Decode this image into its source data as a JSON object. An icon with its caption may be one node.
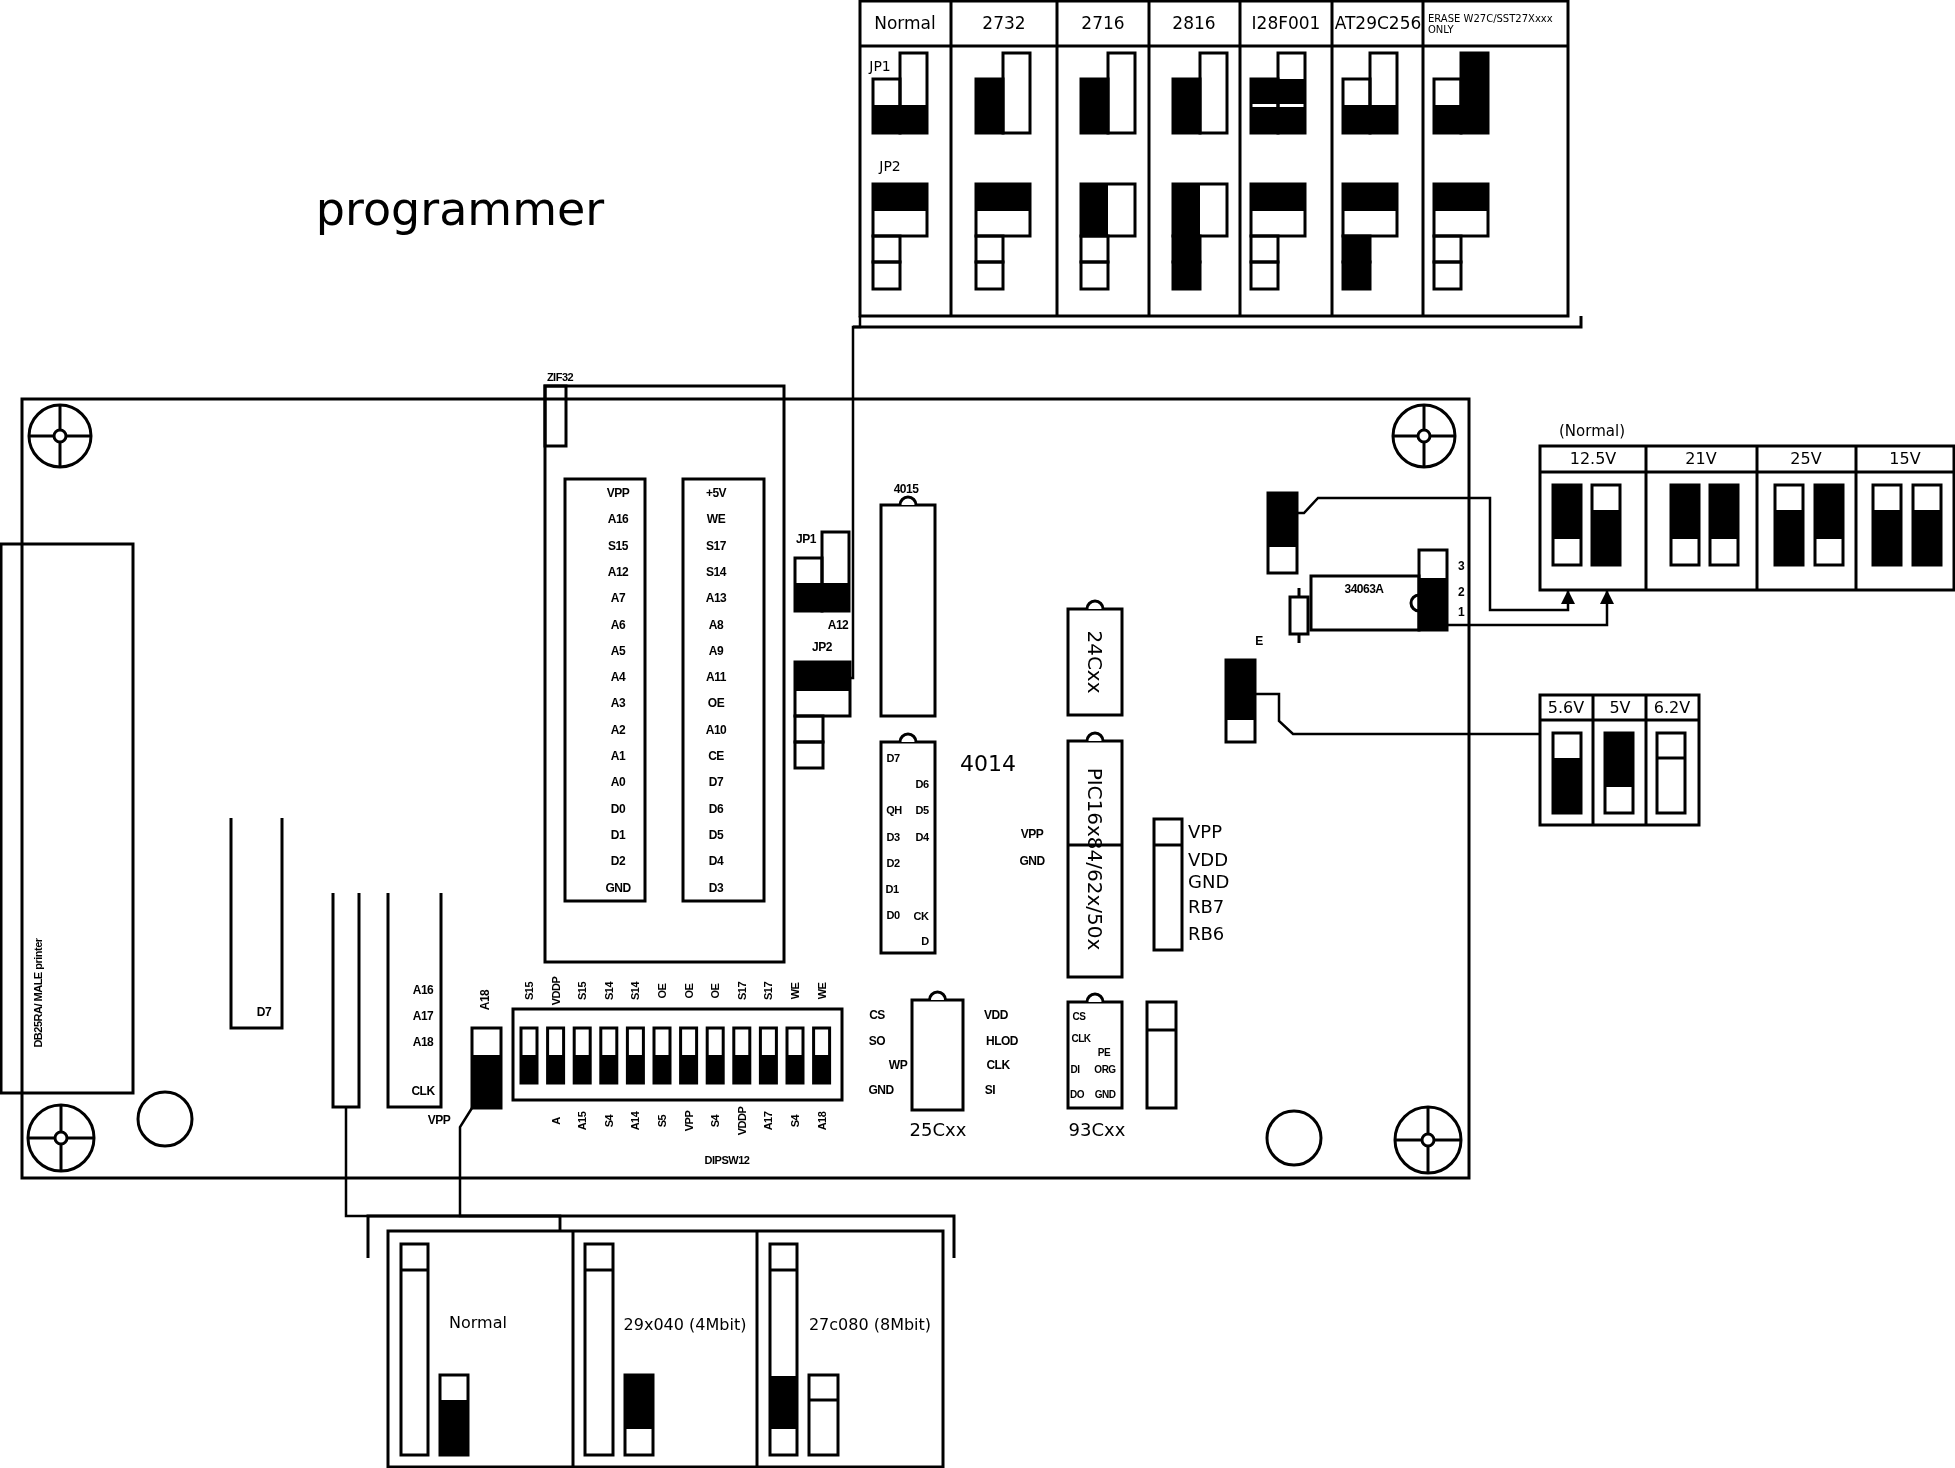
{
  "diagram": {
    "title": "programmer",
    "nodes": [
      {
        "text": [
          "Normal",
          "2732",
          "2716",
          "2816",
          "I28F001",
          "AT29C256",
          "ERASE W27C/SST27Xxxx ONLY",
          "JP1",
          "JP2"
        ]
      },
      {
        "text": [],
        "shape": "box"
      },
      {
        "text": [
          "ZIF32"
        ],
        "in": 1
      },
      {
        "text": [
          "VPP",
          "A16",
          "S15",
          "A12",
          "A7",
          "A6",
          "A5",
          "A4",
          "A3",
          "A2",
          "A1",
          "A0",
          "D0",
          "D1",
          "D2",
          "GND"
        ],
        "in": 2
      },
      {
        "text": [
          "+5V",
          "WE",
          "S17",
          "S14",
          "A13",
          "A8",
          "A9",
          "A11",
          "OE",
          "A10",
          "CE",
          "D7",
          "D6",
          "D5",
          "D4",
          "D3"
        ],
        "in": 2
      },
      {
        "text": [
          "JP1"
        ],
        "in": 1
      },
      {
        "text": [
          "JP2"
        ],
        "in": 1
      },
      {
        "text": [
          "4015"
        ],
        "in": 1
      },
      {
        "text": [
          "D7",
          "D6",
          "QH",
          "D5",
          "D3",
          "D4",
          "D2",
          "D1",
          "D0",
          "CK",
          "D"
        ],
        "beside": [
          "4014"
        ],
        "in": 1
      },
      {
        "text": [
          "24Cxx"
        ],
        "in": 1
      },
      {
        "text": [
          "PIC16x84/62x/50x"
        ],
        "in": 1
      },
      {
        "text": [],
        "shape": "box",
        "beside": [
          "VPP",
          "VDD",
          "GND",
          "RB7",
          "RB6"
        ],
        "in": 1
      },
      {
        "text": [],
        "shape": "box",
        "beside": [
          "CS",
          "SO",
          "WP",
          "GND",
          "VDD",
          "HLOD",
          "CLK",
          "SI",
          "25Cxx"
        ],
        "in": 1
      },
      {
        "text": [
          "CS",
          "CLK",
          "PE",
          "DI",
          "ORG",
          "DO",
          "GND"
        ],
        "beside": [
          "93Cxx"
        ],
        "in": 1
      },
      {
        "text": [],
        "shape": "box",
        "in": 1
      },
      {
        "text": [],
        "shape": "box",
        "beside": [
          "S15",
          "VDDP",
          "S15",
          "S14",
          "S14",
          "OE",
          "OE",
          "OE",
          "S17",
          "S17",
          "WE",
          "WE",
          "A",
          "A15",
          "S4",
          "A14",
          "S5",
          "VPP",
          "S4",
          "VDDP",
          "A17",
          "S4",
          "A18",
          "DIPSW12"
        ],
        "in": 1
      },
      {
        "text": [],
        "shape": "box",
        "beside": [
          "A18"
        ],
        "in": 1
      },
      {
        "text": [
          "A16",
          "A17",
          "A18",
          "CLK"
        ],
        "in": 1
      },
      {
        "text": [
          "D7"
        ],
        "in": 1
      },
      {
        "text": [],
        "shape": "box",
        "in": 1
      },
      {
        "text": [
          "DB25RA/ MALE printer"
        ]
      },
      {
        "text": [
          "34063A"
        ],
        "in": 1
      },
      {
        "text": [],
        "shape": "box",
        "beside": [
          "3",
          "2",
          "1"
        ],
        "in": 1
      },
      {
        "text": [],
        "shape": "box",
        "in": 1
      },
      {
        "text": [],
        "shape": "box",
        "in": 1
      },
      {
        "text": [
          "12.5V",
          "21V",
          "25V",
          "15V"
        ],
        "beside": [
          "(Normal)"
        ]
      },
      {
        "text": [
          "5.6V",
          "5V",
          "6.2V"
        ]
      },
      {
        "text": [
          "Normal",
          "29x040 (4Mbit)",
          "27c080 (8Mbit)"
        ]
      }
    ],
    "edges": [
      {
        "from": 0,
        "to": 6,
        "arrow": "none"
      },
      {
        "from": 23,
        "to": 25,
        "arrow": "to"
      },
      {
        "from": 22,
        "to": 25,
        "arrow": "to"
      },
      {
        "from": 24,
        "to": 26,
        "arrow": "none"
      },
      {
        "from": 19,
        "to": 27,
        "arrow": "none"
      },
      {
        "from": 16,
        "to": 27,
        "arrow": "none"
      }
    ],
    "labels": [
      "A12",
      "E",
      "VPP",
      "GND",
      "VPP"
    ]
  }
}
